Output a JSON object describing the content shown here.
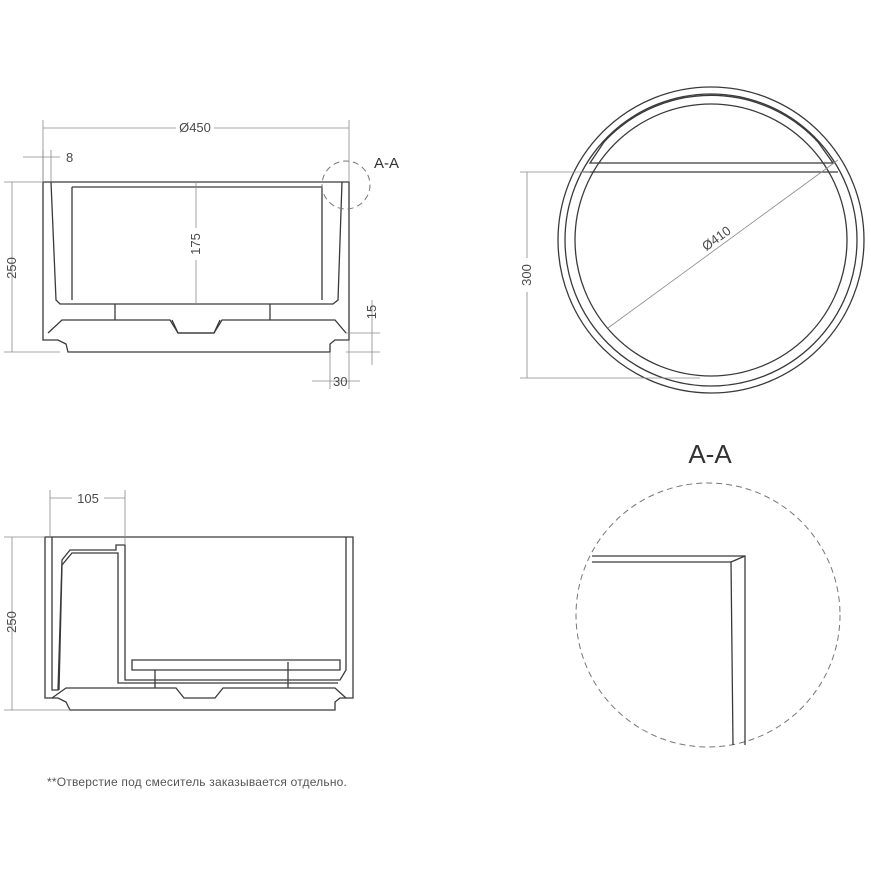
{
  "views": {
    "front": {
      "dim_width": "Ø450",
      "dim_wall": "8",
      "dim_height": "250",
      "dim_inner_depth": "175",
      "dim_base": "15",
      "dim_base_offset": "30",
      "section_callout": "A-A"
    },
    "top": {
      "dim_inner_diameter": "Ø410",
      "dim_depth": "300"
    },
    "side": {
      "dim_shelf": "105",
      "dim_height": "250"
    },
    "detail": {
      "title": "A-A"
    }
  },
  "footnote": "**Отверстие под смеситель заказывается отдельно.",
  "colors": {
    "line": "#3a3a3a",
    "dimension": "#8a8a8a"
  }
}
